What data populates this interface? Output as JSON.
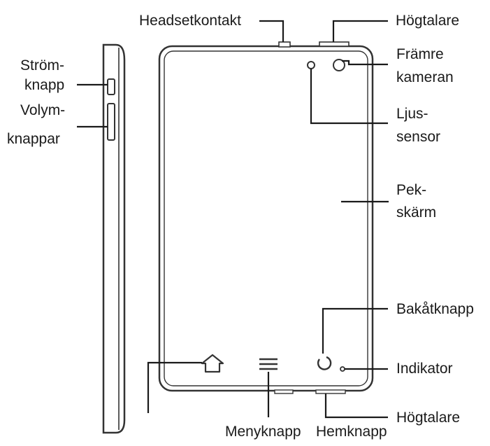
{
  "labels": {
    "headset": "Headsetkontakt",
    "speaker_top": "Högtalare",
    "front_camera_1": "Främre",
    "front_camera_2": "kameran",
    "light_sensor_1": "Ljus-",
    "light_sensor_2": "sensor",
    "touchscreen_1": "Pek-",
    "touchscreen_2": "skärm",
    "power_1": "Ström-",
    "power_2": "knapp",
    "volume_1": "Volym-",
    "volume_2": "knappar",
    "back": "Bakåtknapp",
    "indicator": "Indikator",
    "speaker_bottom": "Högtalare",
    "menu": "Menyknapp",
    "home": "Hemknapp"
  },
  "icons": [
    "home-icon",
    "menu-icon",
    "back-icon"
  ]
}
